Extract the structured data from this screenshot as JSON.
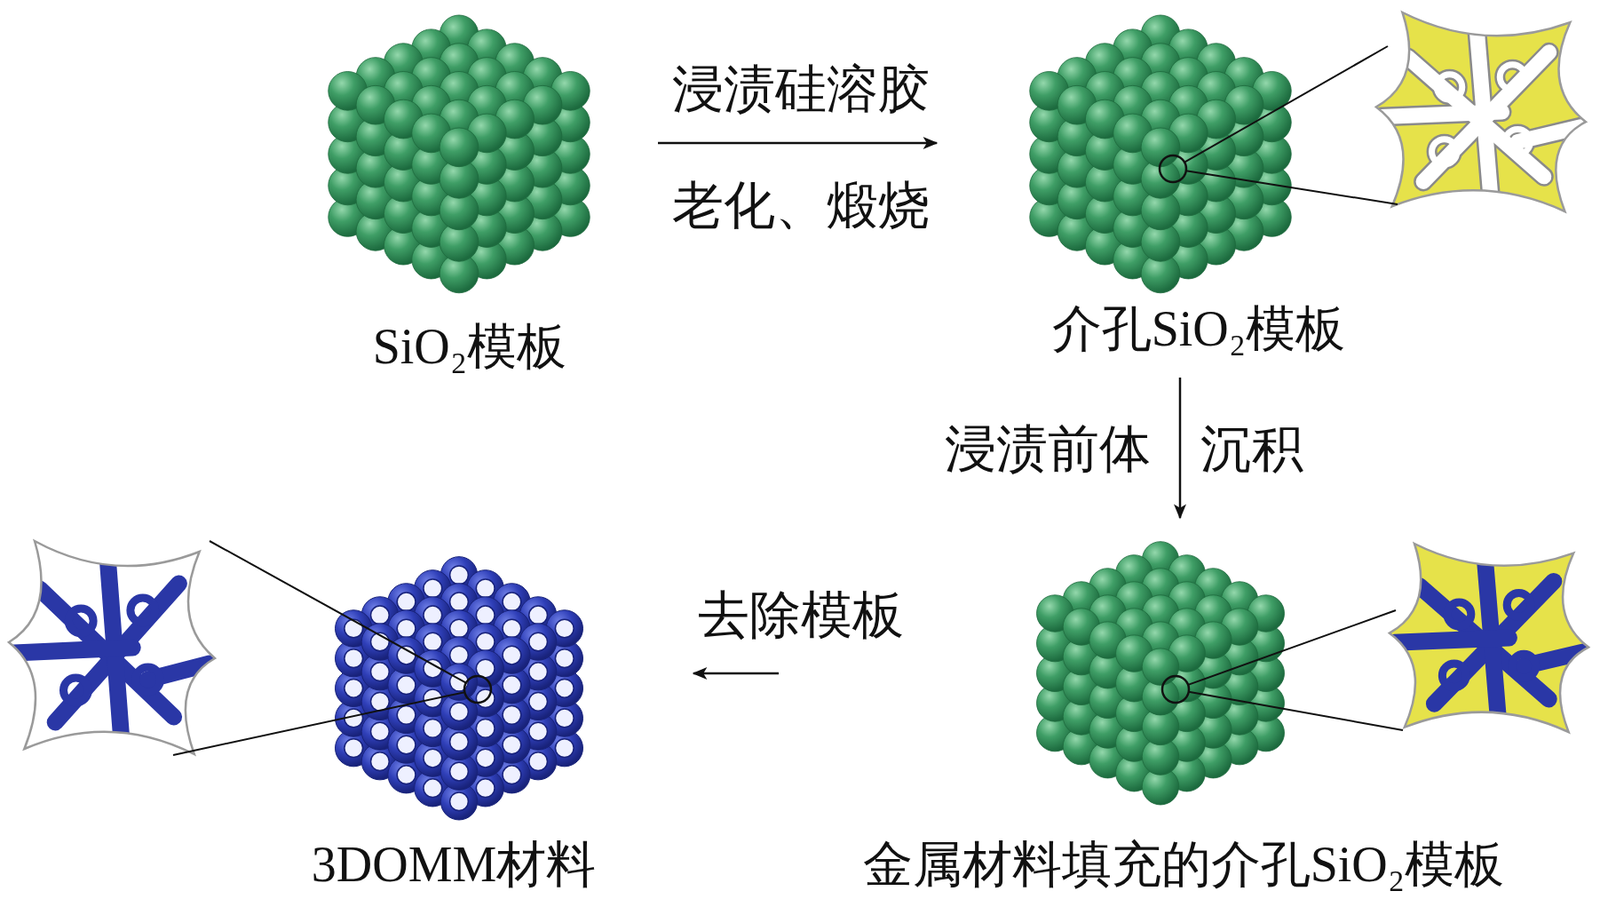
{
  "diagram": {
    "nodes": [
      {
        "text": [
          "SiO₂模板"
        ]
      },
      {
        "text": [
          "介孔SiO₂模板"
        ]
      },
      {
        "text": [
          "金属材料填充的介孔SiO₂模板"
        ]
      },
      {
        "text": [
          "3DOMM材料"
        ]
      }
    ],
    "edges": [
      {
        "from": 0,
        "to": 1,
        "arrow": "to",
        "label": "浸渍硅溶胶"
      },
      {
        "from": 1,
        "to": 2,
        "arrow": "to",
        "label": "浸渍前体"
      },
      {
        "from": 2,
        "to": 3,
        "arrow": "to",
        "label": "去除模板"
      }
    ],
    "labels": [
      "老化、煅烧",
      "沉积"
    ]
  }
}
